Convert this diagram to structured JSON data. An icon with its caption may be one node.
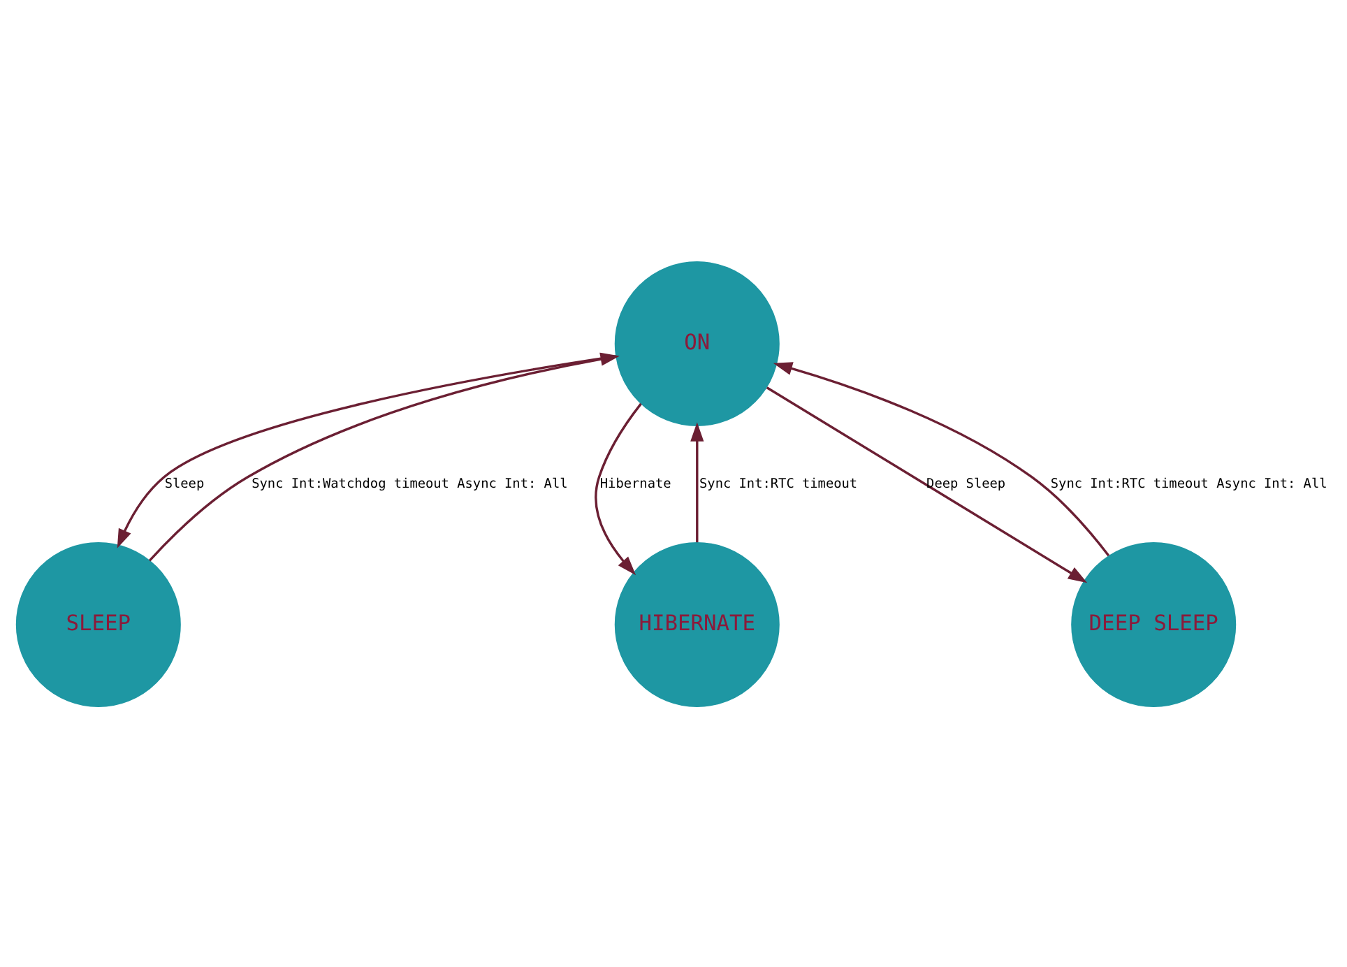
{
  "diagram": {
    "nodes": [
      {
        "text": [
          "ON"
        ]
      },
      {
        "text": [
          "SLEEP"
        ]
      },
      {
        "text": [
          "HIBERNATE"
        ]
      },
      {
        "text": [
          "DEEP SLEEP"
        ]
      }
    ],
    "edges": [
      {
        "from": 1,
        "to": 0,
        "arrow": "to",
        "label": "Sync Int:Watchdog timeout Async Int: All"
      },
      {
        "from": 0,
        "to": 1,
        "arrow": "to",
        "label": "Sleep"
      },
      {
        "from": 2,
        "to": 0,
        "arrow": "to",
        "label": "Sync Int:RTC timeout"
      },
      {
        "from": 0,
        "to": 2,
        "arrow": "to",
        "label": "Hibernate"
      },
      {
        "from": 0,
        "to": 3,
        "arrow": "to",
        "label": "Deep Sleep"
      },
      {
        "from": 3,
        "to": 0,
        "arrow": "to",
        "label": "Sync Int:RTC timeout Async Int: All"
      }
    ]
  }
}
